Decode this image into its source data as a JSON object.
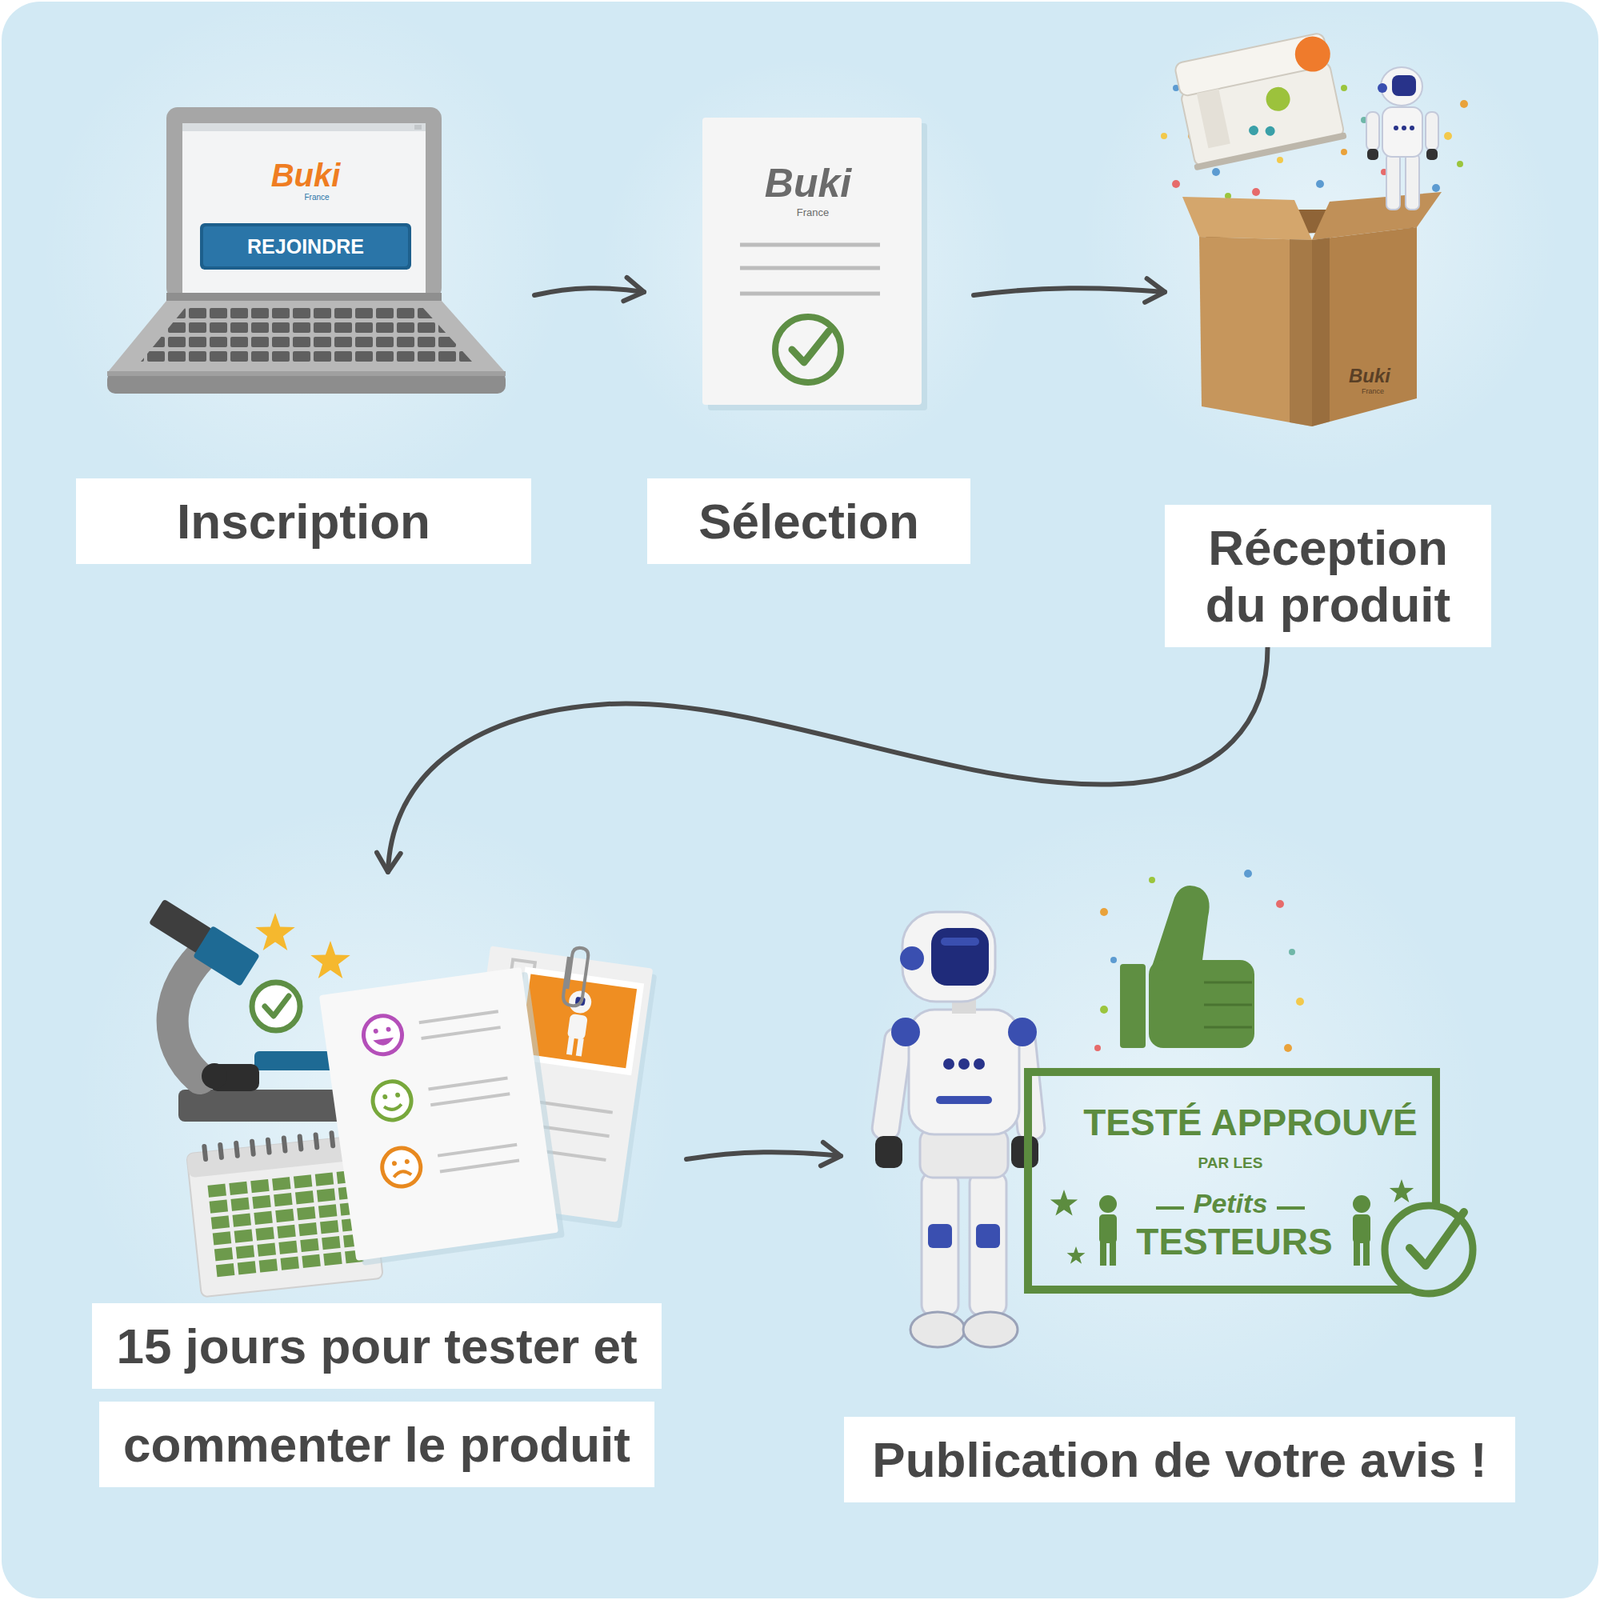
{
  "diagram": {
    "nodes": [
      {
        "text": [
          "Inscription"
        ]
      },
      {
        "text": [
          "Sélection"
        ]
      },
      {
        "text": [
          "Réception du produit"
        ]
      },
      {
        "text": [
          "15 jours pour tester et commenter le produit"
        ]
      },
      {
        "text": [
          "Publication de votre avis !"
        ]
      }
    ],
    "edges": [
      {
        "from": 0,
        "to": 1,
        "arrow": "to"
      },
      {
        "from": 1,
        "to": 2,
        "arrow": "to"
      },
      {
        "from": 2,
        "to": 3,
        "arrow": "to"
      },
      {
        "from": 3,
        "to": 4,
        "arrow": "to"
      }
    ],
    "labels": [
      "REJOINDRE",
      "Buki",
      "France",
      "Buki",
      "France",
      "Buki",
      "France",
      "TESTÉ APPROUVÉ",
      "PAR LES",
      "Petits",
      "TESTEURS"
    ]
  }
}
